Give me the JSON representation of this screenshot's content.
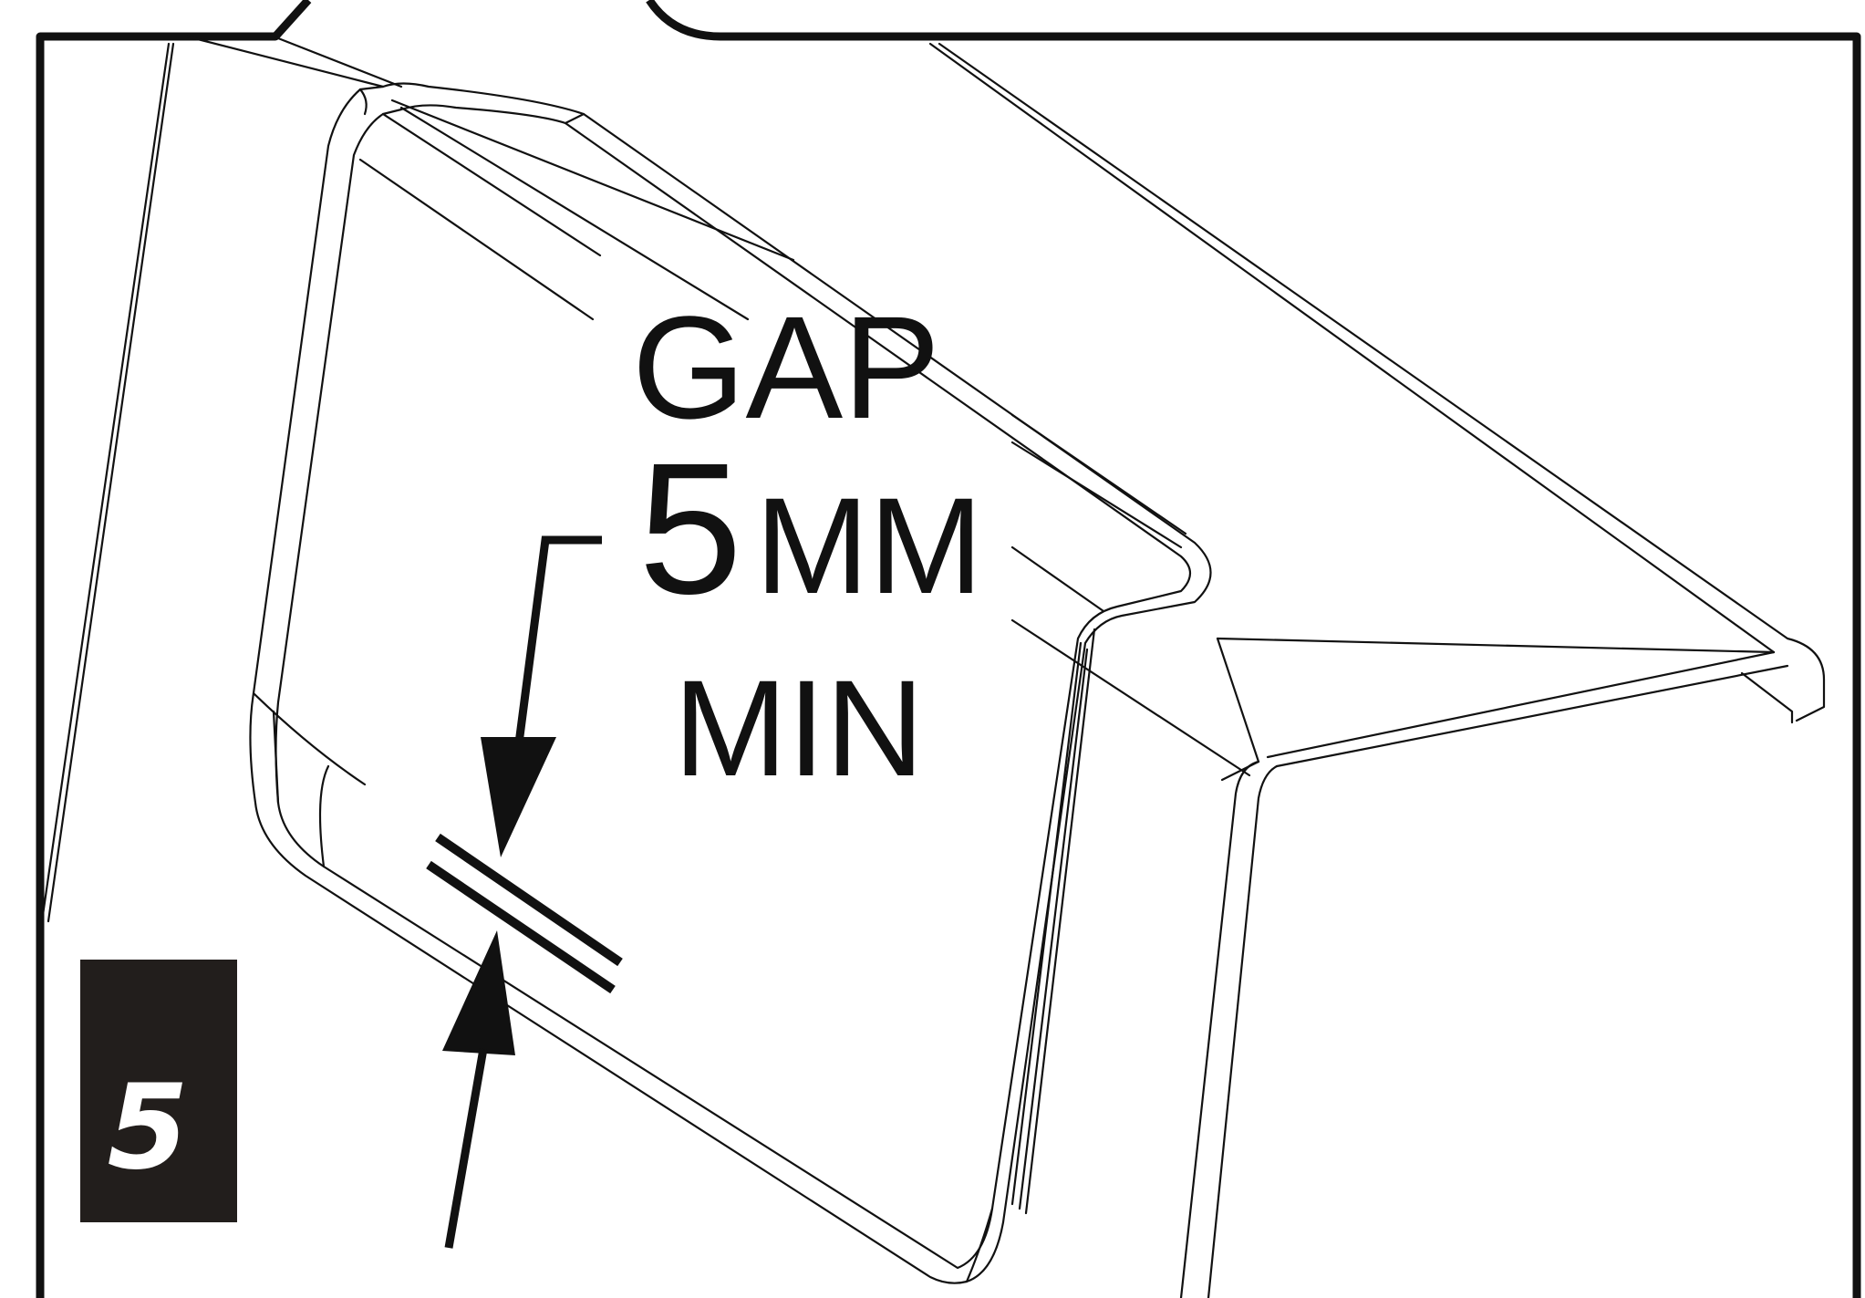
{
  "callout": {
    "line1": "GAP",
    "value": "5",
    "unit": "MM",
    "line3": "MIN"
  },
  "step": {
    "number": "5"
  },
  "colors": {
    "ink": "#111111",
    "badge": "#221e1c",
    "paper": "#ffffff"
  }
}
